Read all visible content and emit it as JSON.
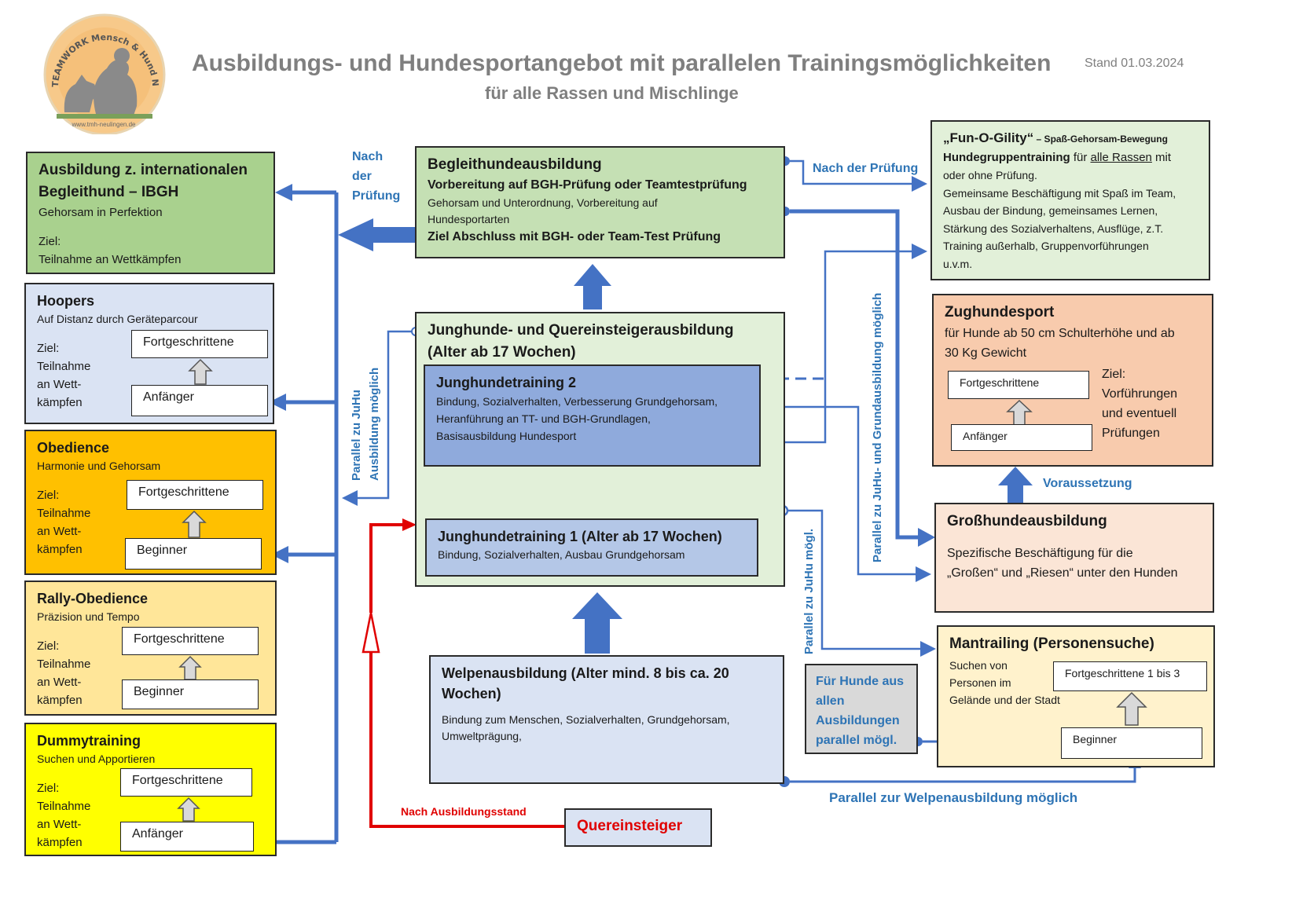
{
  "logo": {
    "ring_text": "TEAMWORK Mensch & Hund Neulingen e.V.",
    "url": "www.tmh-neulingen.de"
  },
  "header": {
    "title": "Ausbildungs- und Hundesportangebot mit parallelen Trainingsmöglichkeiten",
    "subtitle": "für alle Rassen und Mischlinge",
    "date": "Stand 01.03.2024"
  },
  "ibgh": {
    "title1": "Ausbildung z. internationalen",
    "title2": "Begleithund – IBGH",
    "sub": "Gehorsam in Perfektion",
    "goal_label": "Ziel:",
    "goal": "Teilnahme an Wettkämpfen"
  },
  "hoopers": {
    "title": "Hoopers",
    "sub": "Auf Distanz durch Geräteparcour",
    "goal": [
      "Ziel:",
      "Teilnahme",
      "an Wett-",
      "kämpfen"
    ],
    "level_top": "Fortgeschrittene",
    "level_bottom": "Anfänger"
  },
  "obedience": {
    "title": "Obedience",
    "sub": "Harmonie und Gehorsam",
    "goal": [
      "Ziel:",
      "Teilnahme",
      "an Wett-",
      "kämpfen"
    ],
    "level_top": "Fortgeschrittene",
    "level_bottom": "Beginner"
  },
  "rally": {
    "title": "Rally-Obedience",
    "sub": "Präzision und Tempo",
    "goal": [
      "Ziel:",
      "Teilnahme",
      "an Wett-",
      "kämpfen"
    ],
    "level_top": "Fortgeschrittene",
    "level_bottom": "Beginner"
  },
  "dummy": {
    "title": "Dummytraining",
    "sub": "Suchen und Apportieren",
    "goal": [
      "Ziel:",
      "Teilnahme",
      "an Wett-",
      "kämpfen"
    ],
    "level_top": "Fortgeschrittene",
    "level_bottom": "Anfänger"
  },
  "bgh": {
    "title": "Begleithundeausbildung",
    "line1": "Vorbereitung auf BGH-Prüfung oder Teamtestprüfung",
    "line2": "Gehorsam und Unterordnung, Vorbereitung auf",
    "line3": "Hundesportarten",
    "line4": "Ziel Abschluss mit BGH- oder Team-Test Prüfung"
  },
  "junghunde": {
    "title1": "Junghunde- und Quereinsteigerausbildung",
    "title2": "(Alter ab 17 Wochen)"
  },
  "jt2": {
    "title": "Junghundetraining 2",
    "line1": "Bindung, Sozialverhalten, Verbesserung Grundgehorsam,",
    "line2": "Heranführung an TT- und BGH-Grundlagen,",
    "line3": "Basisausbildung Hundesport"
  },
  "jt1": {
    "title": "Junghundetraining 1 (Alter ab 17 Wochen)",
    "line1": "Bindung, Sozialverhalten, Ausbau Grundgehorsam"
  },
  "welpen": {
    "title1": "Welpenausbildung (Alter mind. 8 bis ca. 20",
    "title2": "Wochen)",
    "line1": "Bindung zum Menschen, Sozialverhalten, Grundgehorsam,",
    "line2": "Umweltprägung,"
  },
  "quereinsteiger": {
    "label": "Quereinsteiger",
    "arrow_label": "Nach Ausbildungsstand"
  },
  "funogility": {
    "title": "„Fun-O-Gility“",
    "title_suffix": " – Spaß-Gehorsam-Bewegung",
    "line1_bold": "Hundegruppentraining",
    "line1_mid": " für ",
    "line1_under": "alle Rassen",
    "line1_end": " mit",
    "lines": [
      "oder ohne Prüfung.",
      "Gemeinsame Beschäftigung mit Spaß im Team,",
      "Ausbau der Bindung, gemeinsames Lernen,",
      "Stärkung des Sozialverhaltens, Ausflüge, z.T.",
      "Training außerhalb, Gruppenvorführungen",
      "u.v.m."
    ]
  },
  "zug": {
    "title": "Zughundesport",
    "line1": "für Hunde ab 50 cm Schulterhöhe und ab",
    "line2": "30 Kg Gewicht",
    "goal": [
      "Ziel:",
      "Vorführungen",
      "und eventuell",
      "Prüfungen"
    ],
    "level_top": "Fortgeschrittene",
    "level_bottom": "Anfänger"
  },
  "gross": {
    "title": "Großhundeausbildung",
    "line1": "Spezifische Beschäftigung für die",
    "line2": "„Großen“ und „Riesen“ unter den Hunden"
  },
  "mantrailing": {
    "title": "Mantrailing (Personensuche)",
    "goal": [
      "Suchen von",
      "Personen im",
      "Gelände und der Stadt"
    ],
    "level_top": "Fortgeschrittene 1 bis 3",
    "level_bottom": "Beginner"
  },
  "parallel_box": {
    "lines": [
      "Für Hunde aus",
      "allen",
      "Ausbildungen",
      "parallel mögl."
    ]
  },
  "labels": {
    "nach_der_pruefung_left": [
      "Nach",
      "der",
      "Prüfung"
    ],
    "nach_der_pruefung_right": "Nach der Prüfung",
    "voraussetzung": "Voraussetzung",
    "parallel_welpen": "Parallel zur Welpenausbildung möglich",
    "vert_juhu_left_1": "Parallel zu JuHu",
    "vert_juhu_left_2": "Ausbildung möglich",
    "vert_juhu_grund": "Parallel zu JuHu- und Grundausbildung möglich",
    "vert_juhu_mid": "Parallel zu JuHu mögl."
  },
  "colors": {
    "green": "#a9d18e",
    "light_green": "#e2f0d9",
    "light_blue": "#dae3f3",
    "mid_blue": "#8faadc",
    "blue_jt1": "#b4c7e7",
    "orange": "#ffc000",
    "light_orange": "#ffe699",
    "yellow": "#ffff00",
    "salmon": "#f8cbad",
    "peach": "#fbe5d6",
    "cream": "#fff2cc",
    "grey": "#d9d9d9",
    "arrow_blue": "#4472c4",
    "text_blue": "#2e74b5",
    "red": "#e00000"
  }
}
